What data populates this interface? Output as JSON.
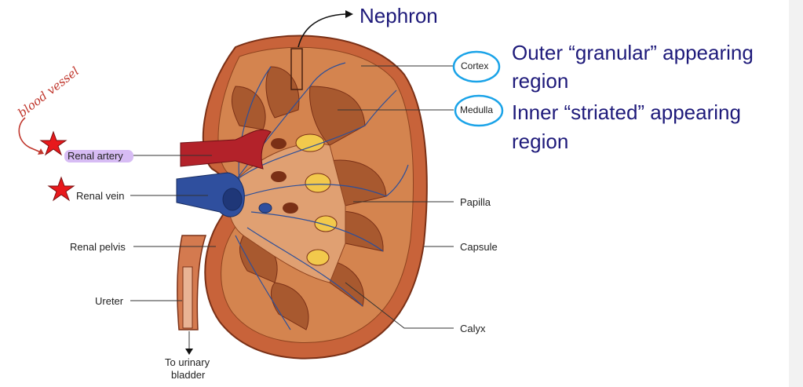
{
  "diagram": {
    "labels": {
      "renal_artery": "Renal artery",
      "renal_vein": "Renal vein",
      "renal_pelvis": "Renal pelvis",
      "ureter": "Ureter",
      "to_bladder_line1": "To urinary",
      "to_bladder_line2": "bladder",
      "cortex": "Cortex",
      "medulla": "Medulla",
      "papilla": "Papilla",
      "capsule": "Capsule",
      "calyx": "Calyx"
    },
    "annotations": {
      "nephron": "Nephron",
      "cortex_desc_line1": "Outer “granular” appearing",
      "cortex_desc_line2": "region",
      "medulla_desc_line1": "Inner “striated” appearing",
      "medulla_desc_line2": "region",
      "handwritten_note": "blood vessel"
    },
    "colors": {
      "annotation_text": "#1e1a7a",
      "circle_highlight": "#1aa3e8",
      "star": "#e8191c",
      "highlighter": "#c9a6f0",
      "handwriting": "#c0362c",
      "artery": "#b3222a",
      "vein": "#2f4f9e",
      "kidney_outer": "#c8633a",
      "cortex": "#d4844f",
      "medulla": "#a8592f"
    }
  }
}
